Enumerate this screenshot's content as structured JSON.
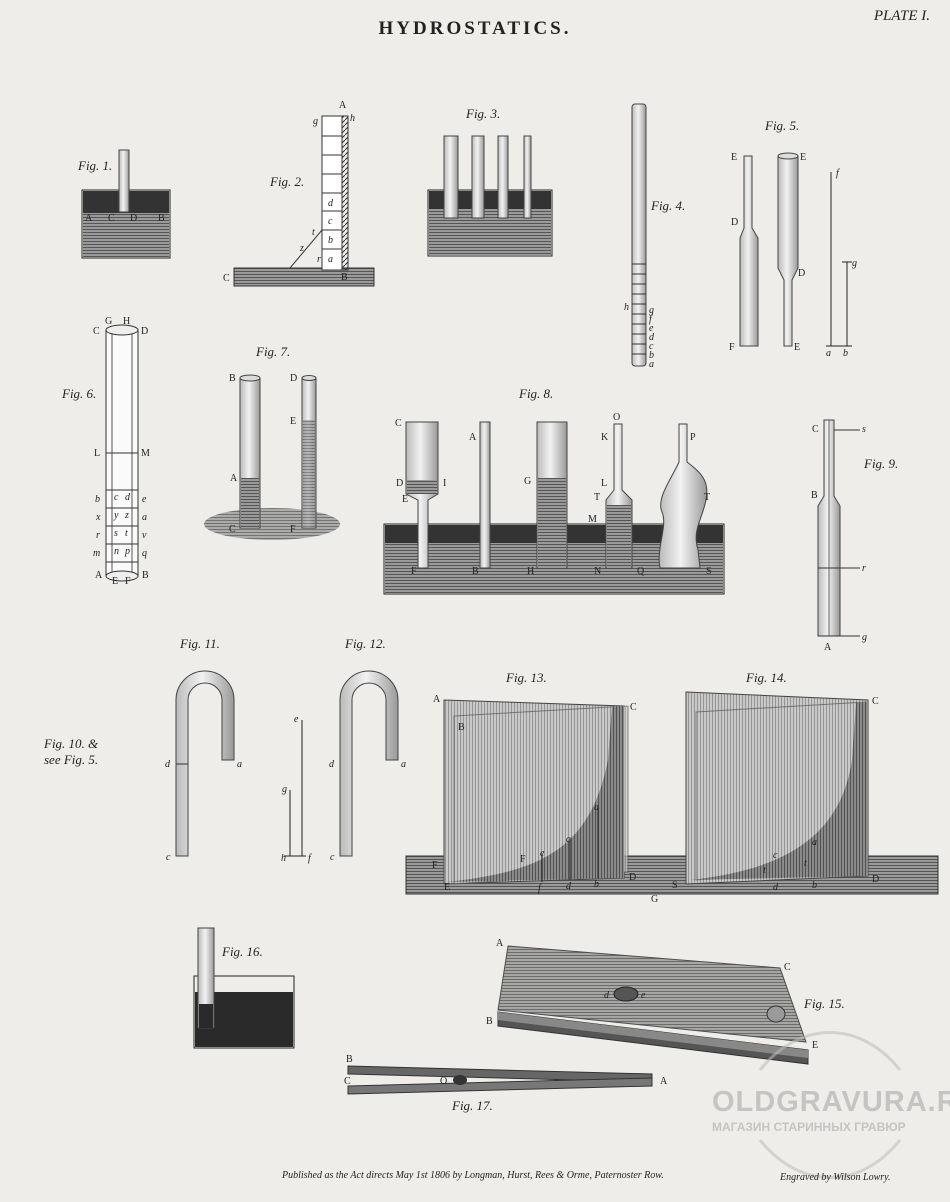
{
  "plate": {
    "title": "HYDROSTATICS.",
    "plate_number": "PLATE I.",
    "publisher_line": "Published as the Act directs May 1st 1806 by Longman, Hurst, Rees & Orme, Paternoster Row.",
    "engraver": "Engraved by Wilson Lowry.",
    "watermark_title": "OLDGRAVURA.RU",
    "watermark_subtitle": "МАГАЗИН СТАРИННЫХ ГРАВЮР"
  },
  "figures": {
    "fig1": "Fig. 1.",
    "fig2": "Fig. 2.",
    "fig3": "Fig. 3.",
    "fig4": "Fig. 4.",
    "fig5": "Fig. 5.",
    "fig6": "Fig. 6.",
    "fig7": "Fig. 7.",
    "fig8": "Fig. 8.",
    "fig9": "Fig. 9.",
    "fig10_line1": "Fig. 10. &",
    "fig10_line2": "see Fig. 5.",
    "fig11": "Fig. 11.",
    "fig12": "Fig. 12.",
    "fig13": "Fig. 13.",
    "fig14": "Fig. 14.",
    "fig15": "Fig. 15.",
    "fig16": "Fig. 16.",
    "fig17": "Fig. 17."
  },
  "letters": {
    "A": "A",
    "B": "B",
    "C": "C",
    "D": "D",
    "E": "E",
    "F": "F",
    "G": "G",
    "H": "H",
    "I": "I",
    "K": "K",
    "L": "L",
    "M": "M",
    "N": "N",
    "O": "O",
    "P": "P",
    "Q": "Q",
    "S": "S",
    "T": "T",
    "a": "a",
    "b": "b",
    "c": "c",
    "d": "d",
    "e": "e",
    "f": "f",
    "g": "g",
    "h": "h",
    "m": "m",
    "n": "n",
    "p": "p",
    "q": "q",
    "r": "r",
    "s": "s",
    "t": "t",
    "v": "v",
    "x": "x",
    "y": "y",
    "z": "z"
  }
}
